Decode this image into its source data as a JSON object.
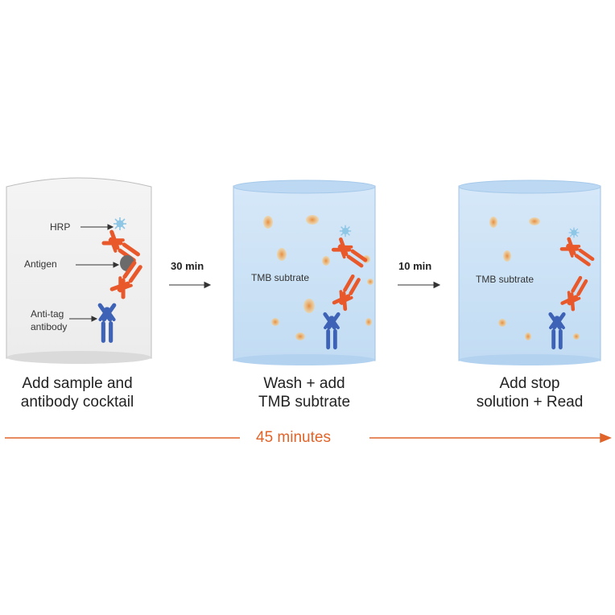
{
  "colors": {
    "accent_orange": "#e0642a",
    "antibody_orange": "#e8582a",
    "antibody_blue": "#3e63b6",
    "antigen_gray": "#6b6b6b",
    "hrp_blue": "#8ec6e6",
    "well_light": "#f1f1f1",
    "well_blue": "#cfe3f6",
    "substrate_dot": "#f3b35a"
  },
  "steps": [
    {
      "caption_line1": "Add sample and",
      "caption_line2": "antibody cocktail",
      "labels": {
        "hrp": "HRP",
        "antigen": "Antigen",
        "anti_tag_line1": "Anti-tag",
        "anti_tag_line2": "antibody"
      }
    },
    {
      "caption_line1": "Wash + add",
      "caption_line2": "TMB subtrate",
      "well_text": "TMB subtrate"
    },
    {
      "caption_line1": "Add stop",
      "caption_line2": "solution + Read",
      "well_text": "TMB subtrate"
    }
  ],
  "transitions": [
    {
      "time": "30 min"
    },
    {
      "time": "10 min"
    }
  ],
  "timeline": {
    "label": "45 minutes"
  }
}
